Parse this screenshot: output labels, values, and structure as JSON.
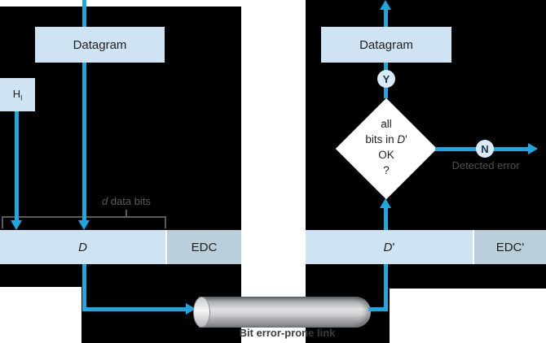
{
  "colors": {
    "panel_background": "#000000",
    "box_fill": "#cfe4f2",
    "edc_fill": "#b9cfdc",
    "arrow_cyan": "#1fa8e0",
    "gray_label": "#5a5a5a",
    "dark_text": "#1f1f1f"
  },
  "sender": {
    "datagram": "Datagram",
    "header": {
      "base": "H",
      "sub": "l"
    },
    "bracket_label": {
      "italic": "d",
      "rest": " data bits"
    },
    "bar": {
      "d": "D",
      "edc": "EDC"
    }
  },
  "receiver": {
    "datagram": "Datagram",
    "decision": {
      "line1": "all",
      "line2_pre": "bits in ",
      "line2_italic": "D",
      "line2_post": "'",
      "line3": "OK",
      "line4": "?"
    },
    "yes": "Y",
    "no": "N",
    "detected": "Detected error",
    "bar": {
      "d_italic": "D",
      "d_post": "'",
      "edc": "EDC'"
    }
  },
  "link": {
    "label": "Bit error-prone link"
  }
}
